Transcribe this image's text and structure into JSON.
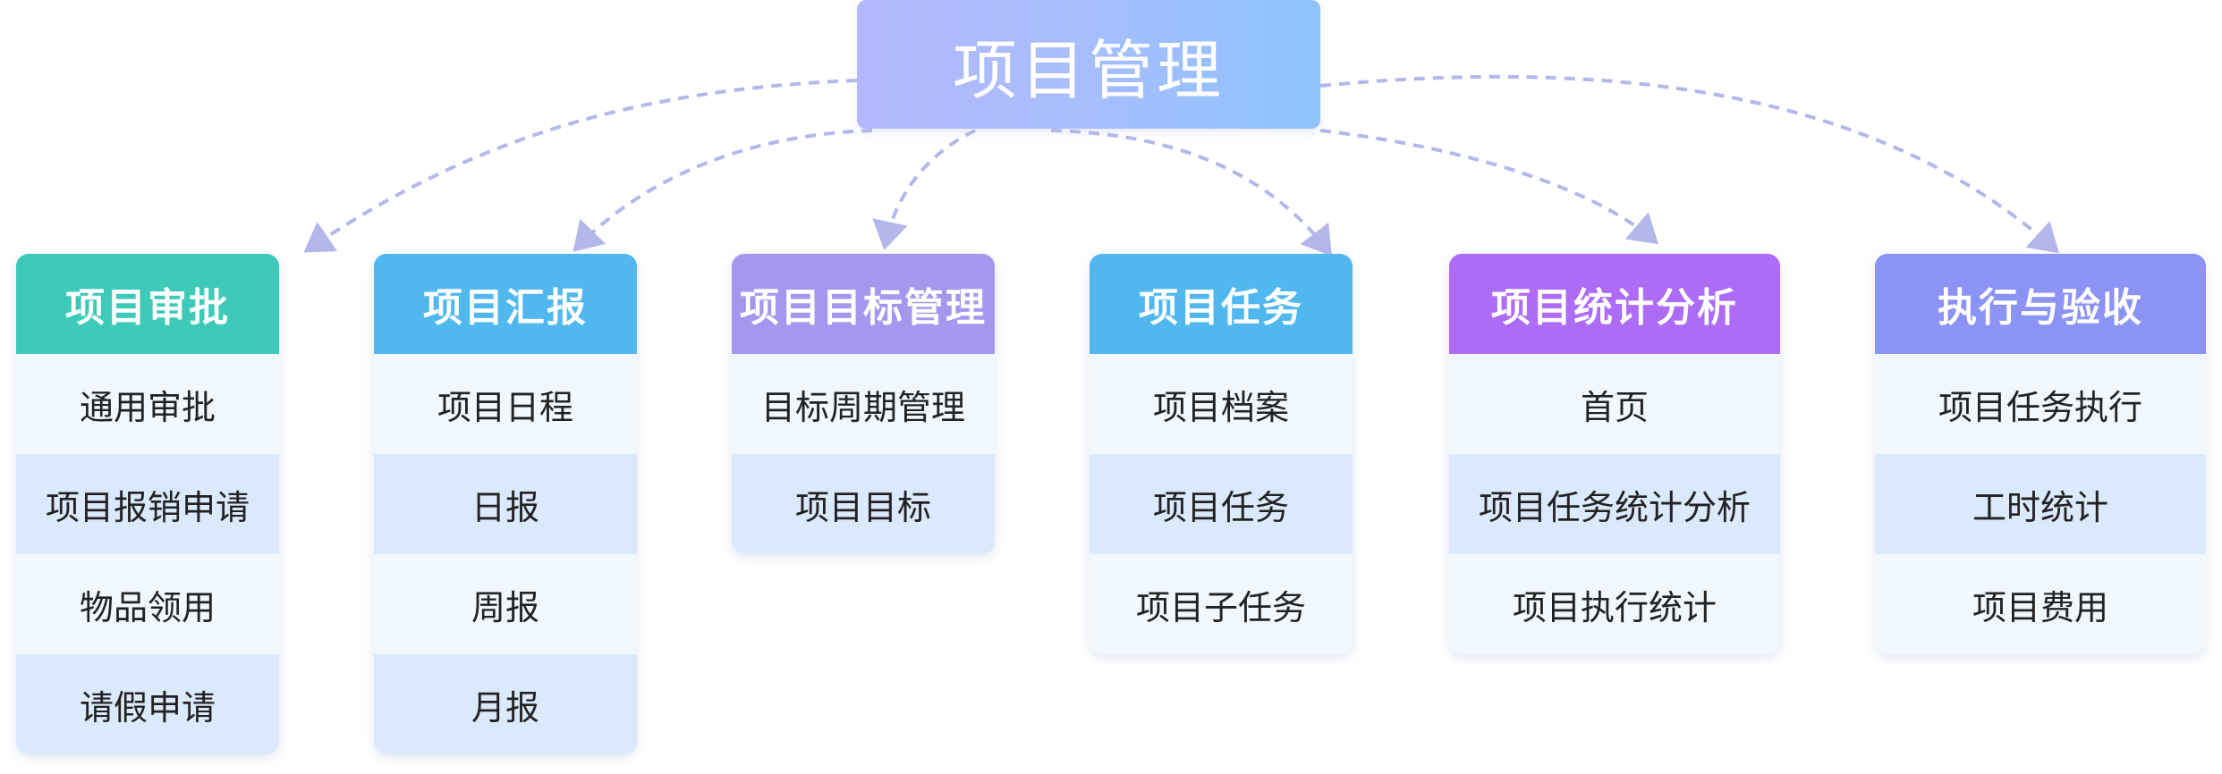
{
  "root": {
    "title": "项目管理"
  },
  "columns": [
    {
      "title": "项目审批",
      "color": "#3ecab8",
      "items": [
        "通用审批",
        "项目报销申请",
        "物品领用",
        "请假申请"
      ]
    },
    {
      "title": "项目汇报",
      "color": "#51b8ef",
      "items": [
        "项目日程",
        "日报",
        "周报",
        "月报"
      ]
    },
    {
      "title": "项目目标管理",
      "color": "#a597ee",
      "items": [
        "目标周期管理",
        "项目目标"
      ]
    },
    {
      "title": "项目任务",
      "color": "#51b8ef",
      "items": [
        "项目档案",
        "项目任务",
        "项目子任务"
      ]
    },
    {
      "title": "项目统计分析",
      "color": "#ad6bf6",
      "items": [
        "首页",
        "项目任务统计分析",
        "项目执行统计"
      ]
    },
    {
      "title": "执行与验收",
      "color": "#8b93f4",
      "items": [
        "项目任务执行",
        "工时统计",
        "项目费用"
      ]
    }
  ],
  "colors": {
    "connector": "#b3b7ea",
    "item_odd": "#dae9fb",
    "item_even": "#f0f7fd"
  }
}
